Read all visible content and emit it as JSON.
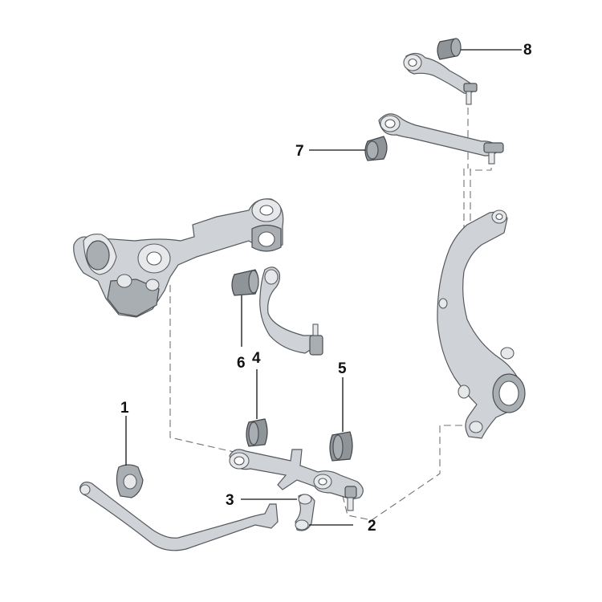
{
  "diagram": {
    "callouts": [
      {
        "id": "callout-1",
        "label": "1"
      },
      {
        "id": "callout-2",
        "label": "2"
      },
      {
        "id": "callout-3",
        "label": "3"
      },
      {
        "id": "callout-4",
        "label": "4"
      },
      {
        "id": "callout-5",
        "label": "5"
      },
      {
        "id": "callout-6",
        "label": "6"
      },
      {
        "id": "callout-7",
        "label": "7"
      },
      {
        "id": "callout-8",
        "label": "8"
      }
    ],
    "colors": {
      "part_fill": "#cfd3d7",
      "part_outline": "#55595d",
      "bushing_fill": "#8f9499",
      "leader_line": "#111111",
      "dashed_line": "#6f7377"
    }
  }
}
